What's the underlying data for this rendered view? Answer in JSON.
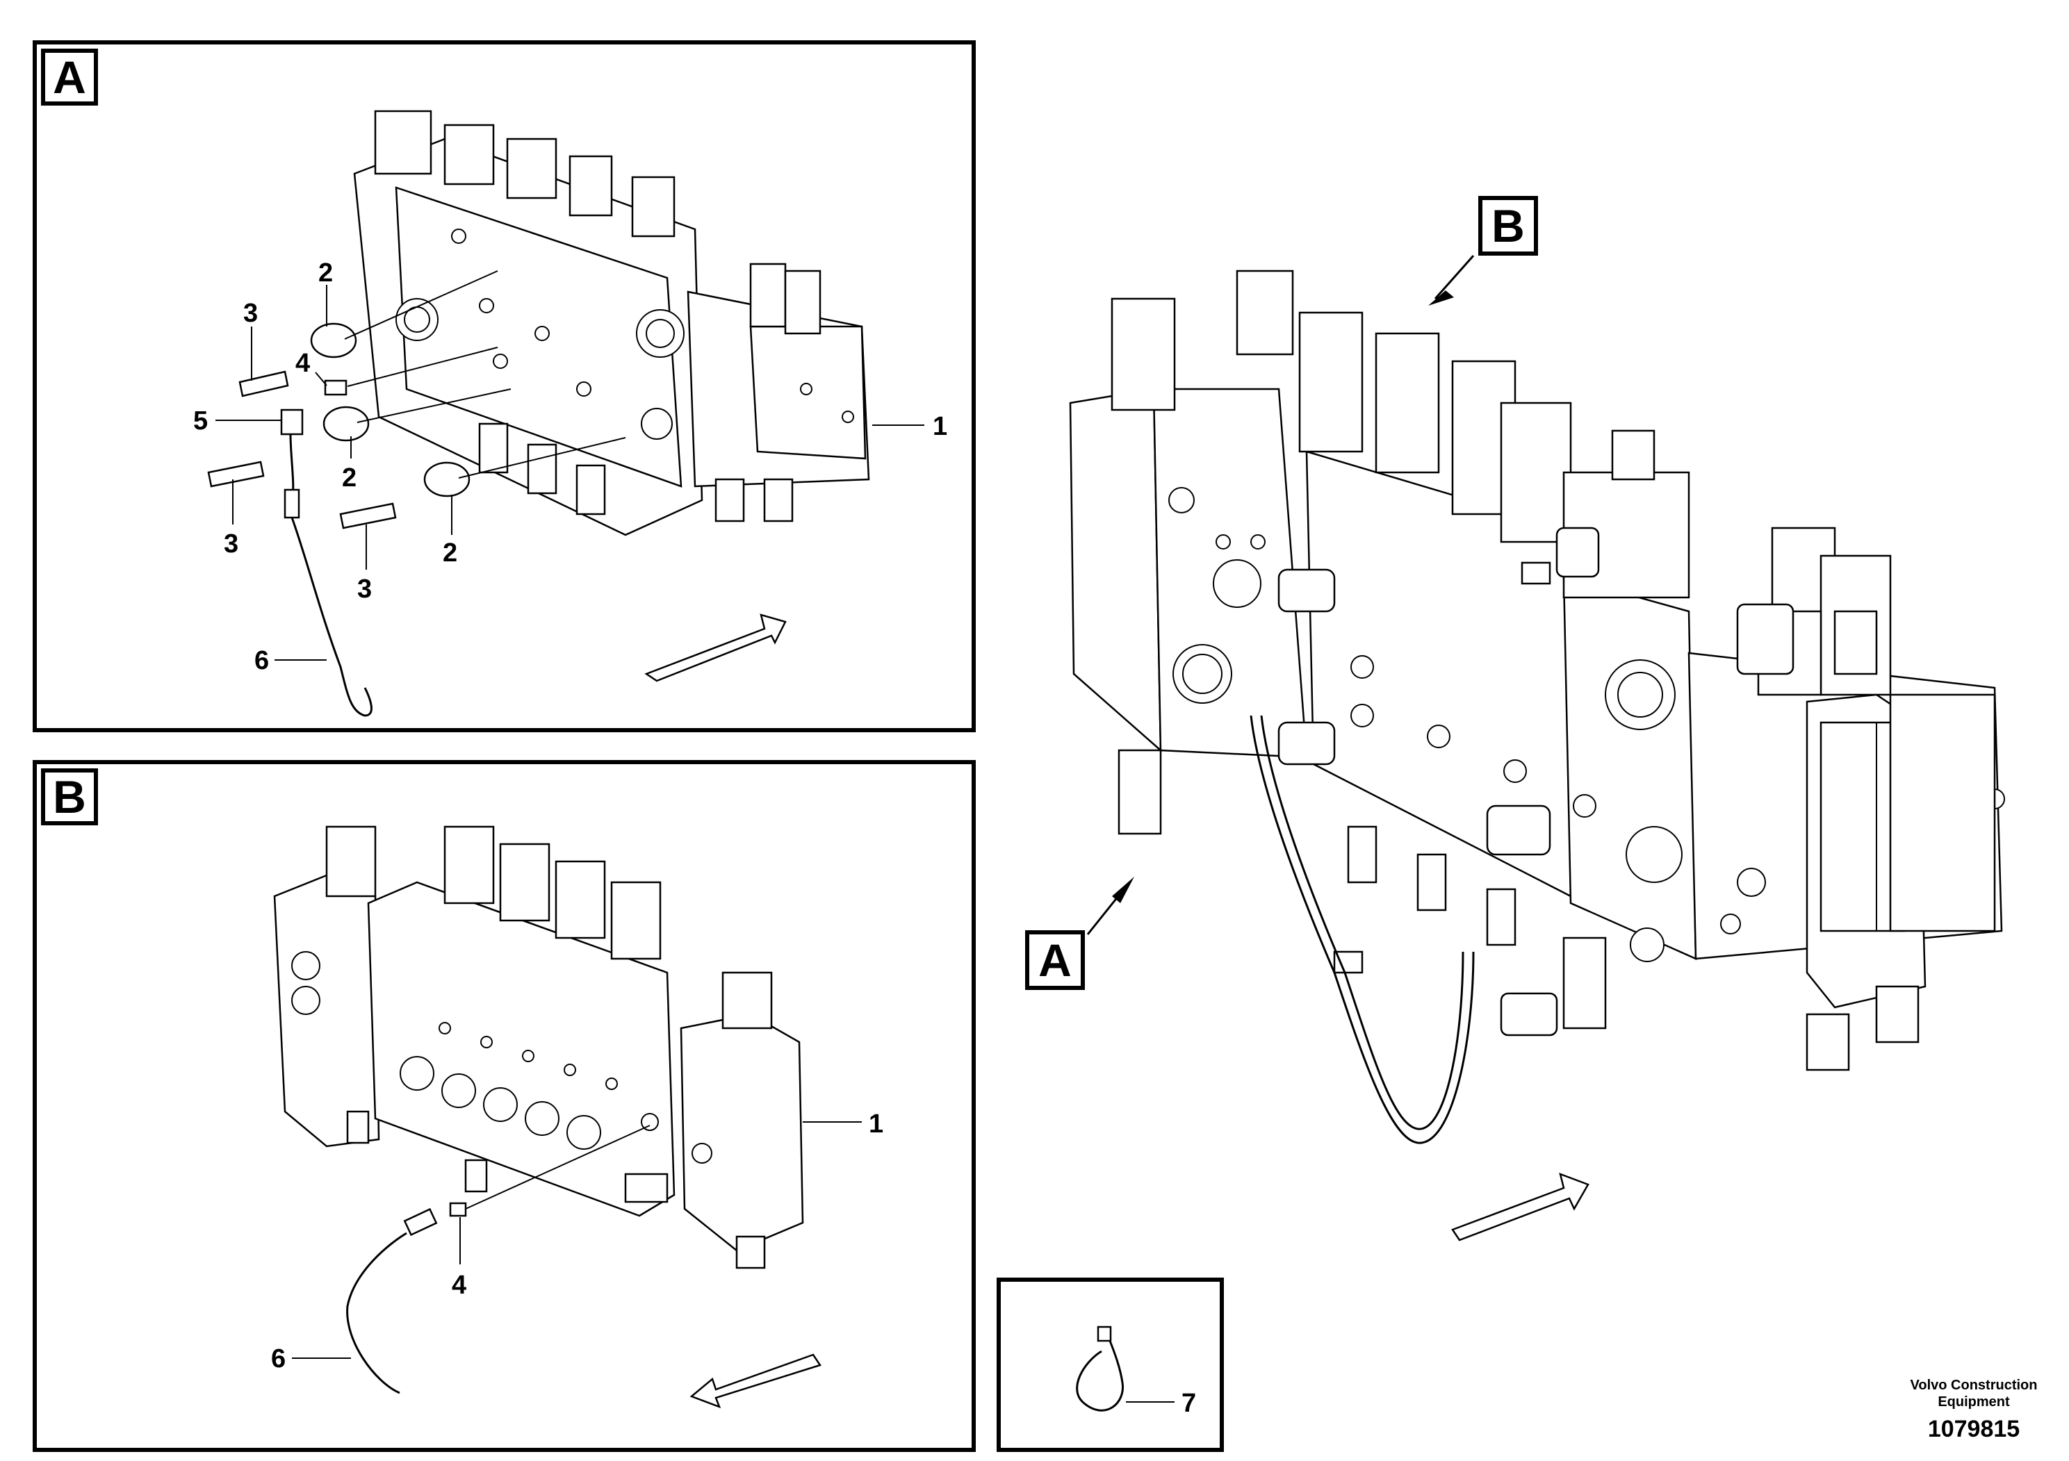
{
  "view_a": {
    "label": "A"
  },
  "view_b": {
    "label": "B"
  },
  "main_view": {
    "label_a": "A",
    "label_b": "B"
  },
  "callouts_a": [
    "1",
    "2",
    "2",
    "2",
    "3",
    "3",
    "3",
    "4",
    "5",
    "6"
  ],
  "callouts_b": [
    "1",
    "4",
    "6"
  ],
  "callout_detail": "7",
  "brand_line1": "Volvo Construction",
  "brand_line2": "Equipment",
  "doc_number": "1079815"
}
